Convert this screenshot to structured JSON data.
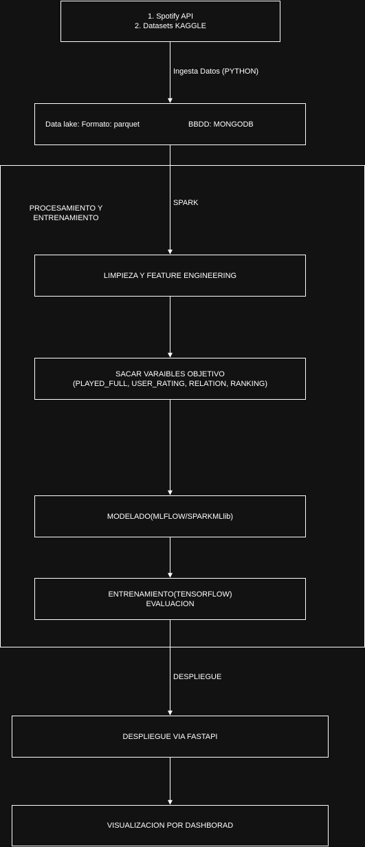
{
  "nodes": {
    "sources": {
      "lines": [
        "1. Spotify API",
        "2. Datasets KAGGLE"
      ]
    },
    "storage": {
      "left_text": "Data lake: Formato: parquet",
      "right_text": "BBDD: MONGODB"
    },
    "cleaning": {
      "text": "LIMPIEZA Y FEATURE ENGINEERING"
    },
    "targets": {
      "lines": [
        "SACAR VARAIBLES OBJETIVO",
        "(PLAYED_FULL, USER_RATING, RELATION, RANKING)"
      ]
    },
    "modeling": {
      "text": "MODELADO(MLFLOW/SPARKMLlib)"
    },
    "training": {
      "lines": [
        "ENTRENAMIENTO(TENSORFLOW)",
        "EVALUACION"
      ]
    },
    "deploy": {
      "text": "DESPLIEGUE VIA FASTAPI"
    },
    "dashboard": {
      "text": "VISUALIZACION POR DASHBORAD"
    }
  },
  "group": {
    "title_lines": [
      "PROCESAMIENTO Y",
      "ENTRENAMIENTO"
    ]
  },
  "edge_labels": {
    "ingest": "Ingesta Datos (PYTHON)",
    "spark": "SPARK",
    "deploy": "DESPLIEGUE"
  },
  "colors": {
    "background": "#121212",
    "stroke": "#ffffff",
    "text": "#ffffff"
  }
}
